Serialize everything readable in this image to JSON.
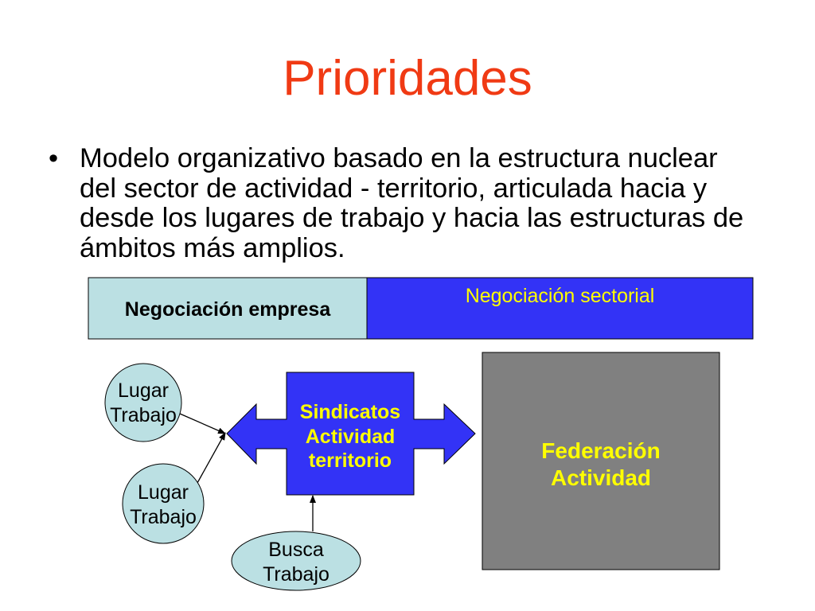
{
  "slide": {
    "title": "Prioridades",
    "bullet": {
      "marker": "•",
      "lines": [
        "Modelo organizativo basado en la estructura nuclear",
        "del sector de actividad - territorio, articulada hacia y",
        "desde los lugares de trabajo y hacia las estructuras de",
        "ámbitos más amplios."
      ]
    }
  },
  "diagram": {
    "negotiation_bar": {
      "company": "Negociación empresa",
      "sector": "Negociación sectorial"
    },
    "workplace_1": {
      "line1": "Lugar",
      "line2": "Trabajo"
    },
    "workplace_2": {
      "line1": "Lugar",
      "line2": "Trabajo"
    },
    "job_seekers": {
      "line1": "Busca",
      "line2": "Trabajo"
    },
    "unions": {
      "line1": "Sindicatos",
      "line2": "Actividad",
      "line3": "territorio"
    },
    "federation": {
      "line1": "Federación",
      "line2": "Actividad"
    }
  },
  "colors": {
    "title": "#F03A14",
    "teal_fill": "#BBE0E3",
    "blue_fill": "#3333F6",
    "yellow_text": "#FFFF00",
    "gray_fill": "#808080"
  }
}
